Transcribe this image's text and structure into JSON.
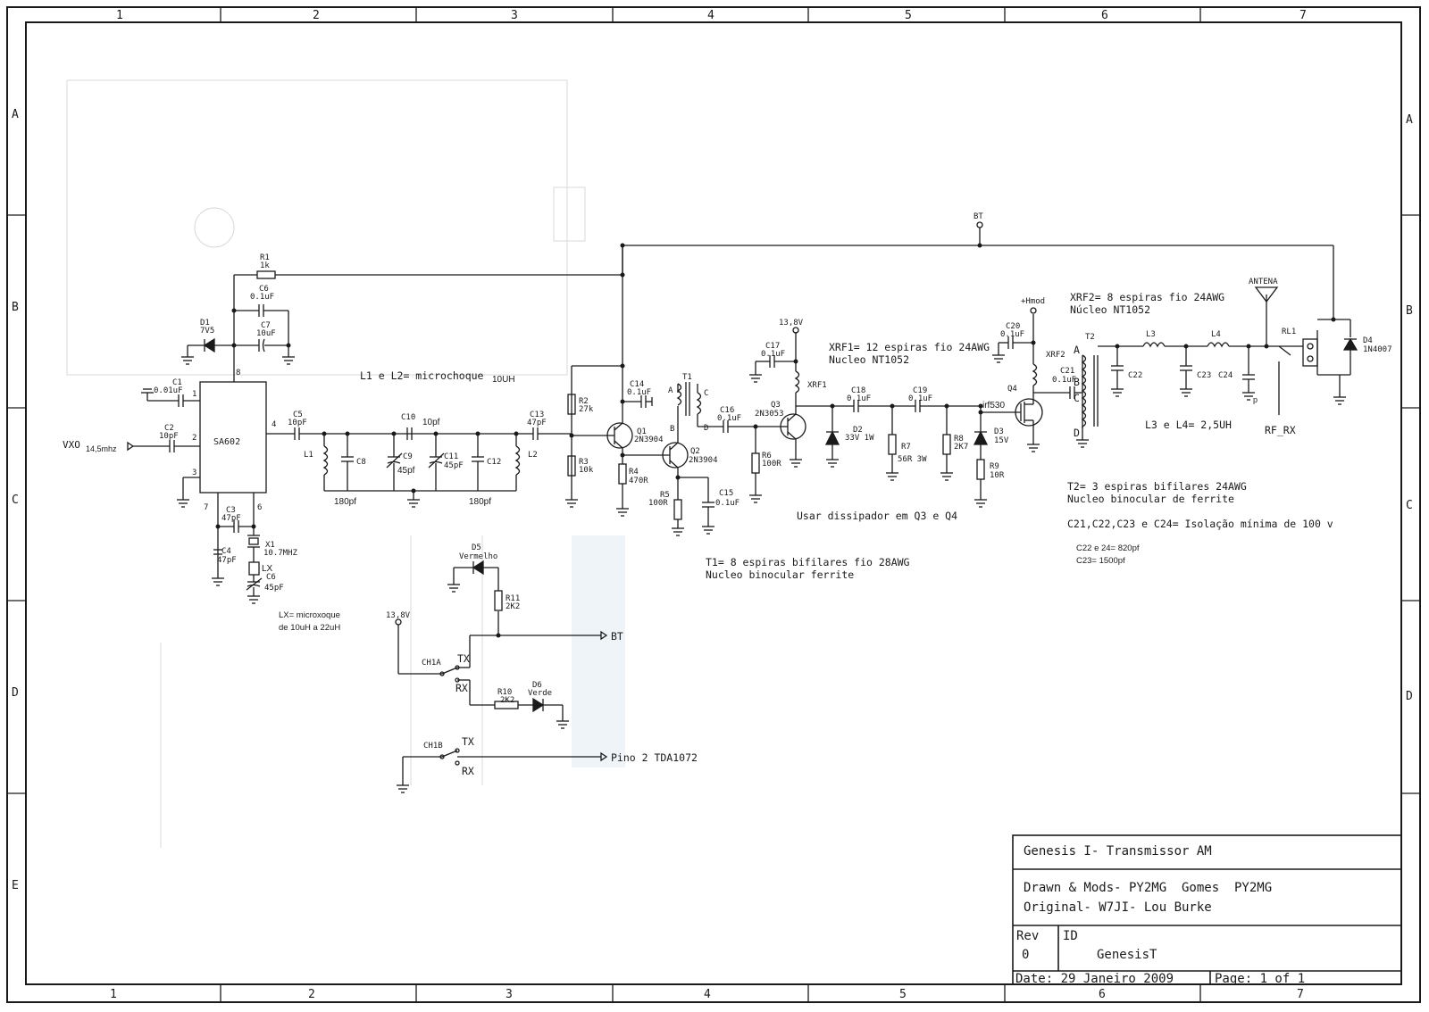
{
  "sheet": {
    "columns": [
      "1",
      "2",
      "3",
      "4",
      "5",
      "6",
      "7"
    ],
    "rows": [
      "A",
      "B",
      "C",
      "D",
      "E"
    ]
  },
  "title_block": {
    "title": "Genesis I- Transmissor AM",
    "drawn": "Drawn & Mods- PY2MG  Gomes  PY2MG",
    "original": "Original- W7JI- Lou Burke",
    "rev_label": "Rev",
    "rev_value": "0",
    "id_label": "ID",
    "id_value": "GenesisT",
    "date": "Date: 29 Janeiro 2009",
    "page": "Page: 1 of 1"
  },
  "nets": {
    "bt": "BT",
    "v138": "13,8V",
    "hmod": "+Hmod",
    "antenna": "ANTENA",
    "rf_rx": "RF_RX",
    "vxo": "VXO",
    "vxo_freq": "14,5mhz",
    "pino2": "Pino 2 TDA1072"
  },
  "ic": {
    "name": "SA602",
    "pins": [
      "1",
      "2",
      "3",
      "4",
      "6",
      "7",
      "8"
    ]
  },
  "components": {
    "r1": [
      "R1",
      "1k"
    ],
    "c6a": [
      "C6",
      "0.1uF"
    ],
    "c7": [
      "C7",
      "10uF"
    ],
    "d1": [
      "D1",
      "7V5"
    ],
    "c1": [
      "C1",
      "0.01uF"
    ],
    "c2": [
      "C2",
      "10pF"
    ],
    "c3": [
      "C3",
      "47pF"
    ],
    "c4": [
      "C4",
      "47pF"
    ],
    "x1": [
      "X1",
      "10.7MHZ"
    ],
    "lx": "LX",
    "c6b": [
      "C6",
      "45pF"
    ],
    "c5": [
      "C5",
      "10pF"
    ],
    "l1": "L1",
    "c8": "C8",
    "c9": [
      "C9",
      "45pf"
    ],
    "c10": [
      "C10",
      "10pf"
    ],
    "c11": [
      "C11",
      "45pF"
    ],
    "c12": "C12",
    "l2": "L2",
    "c13": [
      "C13",
      "47pF"
    ],
    "r2": [
      "R2",
      "27k"
    ],
    "r3": [
      "R3",
      "10k"
    ],
    "c14": [
      "C14",
      "0.1uF"
    ],
    "q1": [
      "Q1",
      "2N3904"
    ],
    "q2": [
      "Q2",
      "2N3904"
    ],
    "r4": [
      "R4",
      "470R"
    ],
    "r5": [
      "R5",
      "100R"
    ],
    "c15": [
      "C15",
      "0.1uF"
    ],
    "t1": "T1",
    "t1_pins": [
      "A",
      "B",
      "C",
      "D"
    ],
    "c16": [
      "C16",
      "0.1uF"
    ],
    "r6": [
      "R6",
      "100R"
    ],
    "c17": [
      "C17",
      "0.1uF"
    ],
    "q3": [
      "Q3",
      "2N3053"
    ],
    "xrf1": "XRF1",
    "d2": [
      "D2",
      "33V 1W"
    ],
    "c18": [
      "C18",
      "0.1uF"
    ],
    "r7": [
      "R7",
      "56R 3W"
    ],
    "c19": [
      "C19",
      "0.1uF"
    ],
    "r8": [
      "R8",
      "2K7"
    ],
    "d3": [
      "D3",
      "15V"
    ],
    "r9": [
      "R9",
      "10R"
    ],
    "q4": [
      "Q4",
      "irf530"
    ],
    "c20": [
      "C20",
      "0.1uF"
    ],
    "xrf2": "XRF2",
    "c21": [
      "C21",
      "0.1uF"
    ],
    "t2": "T2",
    "t2_pins": [
      "A",
      "B",
      "C",
      "D"
    ],
    "c22": "C22",
    "c23": "C23",
    "c24": "C24",
    "l3": "L3",
    "l4": "L4",
    "rl1": "RL1",
    "d4": [
      "D4",
      "1N4007"
    ],
    "d5": [
      "D5",
      "Vermelho"
    ],
    "r11": [
      "R11",
      "2K2"
    ],
    "d6": [
      "D6",
      "Verde"
    ],
    "r10": [
      "R10",
      "2K2"
    ],
    "ch1a": "CH1A",
    "ch1b": "CH1B",
    "tx": "TX",
    "rx": "RX",
    "c24p": "p"
  },
  "notes": {
    "l1l2": "L1 e L2= microchoque",
    "l1l2_val": "10UH",
    "c8_val": "180pf",
    "c12_val": "180pf",
    "lx_note1": "LX= microxoque",
    "lx_note2": "de 10uH a 22uH",
    "xrf1_1": "XRF1= 12 espiras fio 24AWG",
    "xrf1_2": "Nucleo NT1052",
    "xrf2_1": "XRF2= 8 espiras fio 24AWG",
    "xrf2_2": "Núcleo NT1052",
    "diss": "Usar dissipador em Q3 e Q4",
    "t1_1": "T1= 8 espiras bifilares fio 28AWG",
    "t1_2": "Nucleo binocular ferrite",
    "l3l4": "L3 e L4= 2,5UH",
    "t2_1": "T2= 3 espiras bifilares 24AWG",
    "t2_2": "Nucleo binocular de ferrite",
    "iso": "C21,C22,C23 e C24= Isolação mínima de 100 v",
    "c2224": "C22 e 24= 820pf",
    "c23": "C23= 1500pf"
  }
}
